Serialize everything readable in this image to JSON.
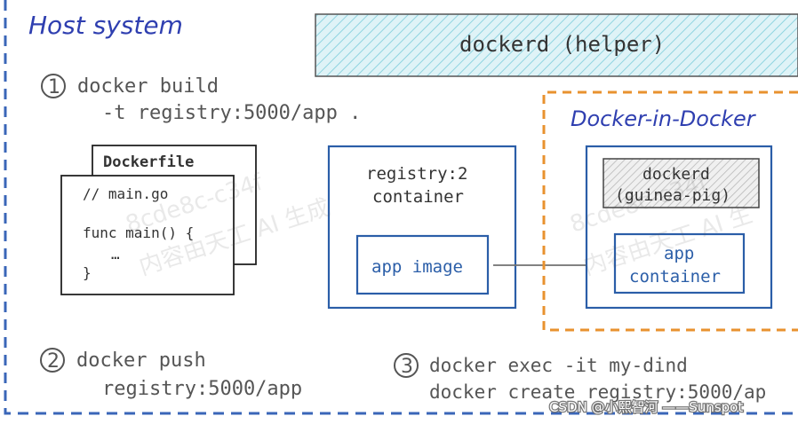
{
  "host": {
    "title": "Host system"
  },
  "helper": {
    "label": "dockerd (helper)"
  },
  "steps": [
    {
      "number": "1",
      "line1": "docker build",
      "line2": "-t registry:5000/app ."
    },
    {
      "number": "2",
      "line1": "docker push",
      "line2": "registry:5000/app"
    },
    {
      "number": "3",
      "line1": "docker exec -it my-dind",
      "line2": "docker create registry:5000/ap"
    }
  ],
  "dockerfile": {
    "tab": "Dockerfile",
    "lines": [
      "// main.go",
      "",
      "func main() {",
      "  …",
      "}"
    ]
  },
  "registry": {
    "line1": "registry:2",
    "line2": "container",
    "image": "app image"
  },
  "dind": {
    "title": "Docker-in-Docker",
    "dockerd_line1": "dockerd",
    "dockerd_line2": "(guinea-pig)",
    "app_line1": "app",
    "app_line2": "container"
  },
  "watermark": {
    "line1": "8cde8c-c34f",
    "line2": "内容由天工 AI 生成",
    "line3": "8cde8c-c34f",
    "line4": "内容由天工 AI 生"
  },
  "credit": "CSDN @小熙智河 ——Sunspot",
  "colors": {
    "host_border": "#3a66b8",
    "title": "#2f3fb0",
    "container": "#2b5ea8",
    "dind_border": "#e8922f",
    "hatch": "#8fd4e0",
    "text": "#444444"
  }
}
